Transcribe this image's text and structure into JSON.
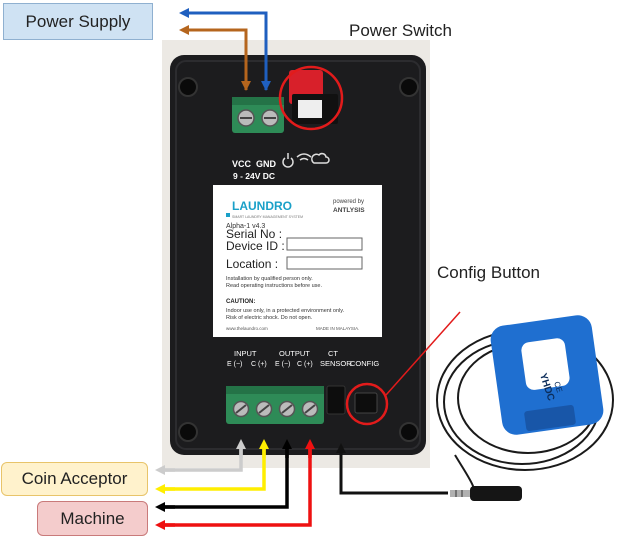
{
  "labels": {
    "power_supply": "Power Supply",
    "power_switch": "Power Switch",
    "config_button": "Config Button",
    "coin_acceptor": "Coin Acceptor",
    "machine": "Machine"
  },
  "device": {
    "terminal_labels": {
      "vcc": "VCC",
      "gnd": "GND",
      "voltage": "9 - 24V DC"
    },
    "brand": "LAUNDRO",
    "brand_tagline": "SMART LAUNDRY MANAGEMENT SYSTEM",
    "powered_by": "powered by",
    "powered_by_brand": "ANTLYSIS",
    "model": "Alpha-1 v4.3",
    "fields": {
      "serial": "Serial No  :",
      "device_id": "Device ID  :",
      "location": "Location  :"
    },
    "install_note_1": "Installation by qualified person only.",
    "install_note_2": "Read operating instructions before use.",
    "caution_title": "CAUTION:",
    "caution_1": "Indoor use only, in a protected environment only.",
    "caution_2": "Risk of electric shock. Do not open.",
    "website": "www.thelaundro.com",
    "made_in": "MADE IN MALAYSIA.",
    "bottom_labels": {
      "input": "INPUT",
      "output": "OUTPUT",
      "ct": "CT",
      "sensor": "SENSOR",
      "config": "CONFIG",
      "in_e": "E (−)",
      "in_c": "C (+)",
      "out_e": "E (−)",
      "out_c": "C (+)"
    }
  },
  "sensor": {
    "brand": "YHDC",
    "mark": "CE"
  },
  "colors": {
    "vcc_wire": "#b5651d",
    "gnd_wire": "#1f5fbf",
    "coin_neg_wire": "#cccccc",
    "coin_pos_wire": "#ffee00",
    "machine_neg_wire": "#000000",
    "machine_pos_wire": "#ee1111",
    "sensor_wire": "#111111",
    "highlight": "#e21b1b",
    "power_supply_fill": "#cfe2f3",
    "coin_acceptor_fill": "#fff2cc",
    "machine_fill": "#f4cccc",
    "terminal_green": "#2e8b57",
    "sensor_body": "#1f6fd0"
  }
}
